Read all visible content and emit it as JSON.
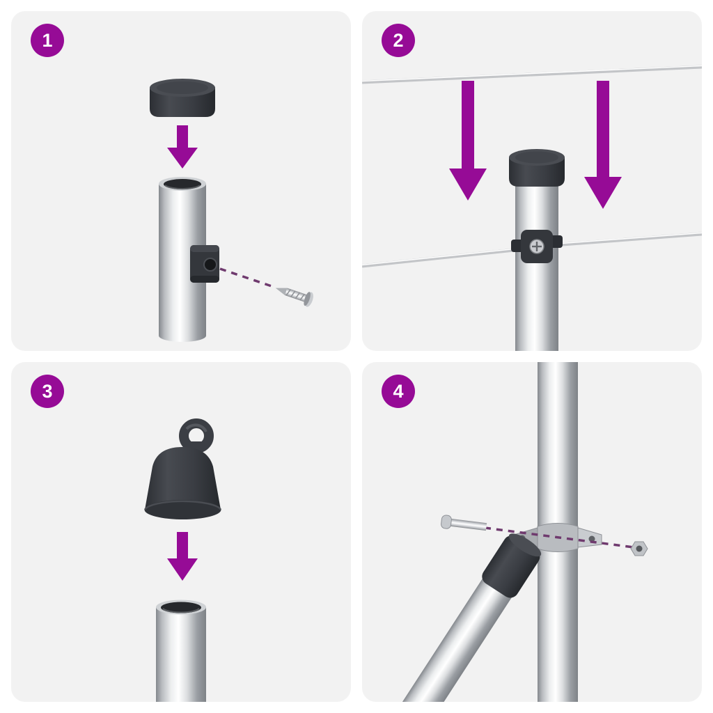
{
  "colors": {
    "page_bg": "#ffffff",
    "panel_bg": "#f2f2f2",
    "accent": "#960b96",
    "badge_text": "#ffffff",
    "dash": "#6f3a6e",
    "wire": "#c3c5c8",
    "cap": "#3b3e44"
  },
  "steps": [
    {
      "number": "1",
      "alt": "Press the round cap down onto the open top of the metal post; a screw clamp is fixed to the post with a screw (dashed guide line)."
    },
    {
      "number": "2",
      "alt": "Two arrows lower the tension wires down to the capped post; the wire is secured in the clamp on the post."
    },
    {
      "number": "3",
      "alt": "Press the eyelet cap with loop down onto the open top of the metal post."
    },
    {
      "number": "4",
      "alt": "Bolt the strap clamp with the diagonal brace around the vertical post using bolt and nut (dashed guide line)."
    }
  ]
}
